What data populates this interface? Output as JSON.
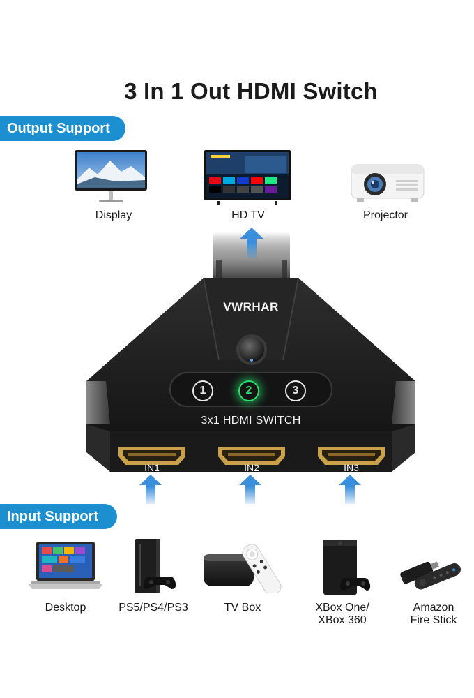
{
  "title": "3 In 1 Out HDMI Switch",
  "output_banner": "Output Support",
  "input_banner": "Input Support",
  "outputs": [
    {
      "label": "Display",
      "icon": "monitor-icon"
    },
    {
      "label": "HD TV",
      "icon": "tv-icon"
    },
    {
      "label": "Projector",
      "icon": "projector-icon"
    }
  ],
  "switch": {
    "brand": "VWRHAR",
    "model": "3x1 HDMI SWITCH",
    "port_numbers": [
      "1",
      "2",
      "3"
    ],
    "active_port": "2",
    "ports": [
      "IN1",
      "IN2",
      "IN3"
    ]
  },
  "inputs": [
    {
      "label": "Desktop",
      "icon": "laptop-icon"
    },
    {
      "label": "PS5/PS4/PS3",
      "icon": "console-icon"
    },
    {
      "label": "TV Box",
      "icon": "tv-box-icon"
    },
    {
      "label_line1": "XBox One/",
      "label_line2": "XBox 360",
      "icon": "xbox-icon"
    },
    {
      "label_line1": "Amazon",
      "label_line2": "Fire Stick",
      "icon": "fire-stick-icon"
    }
  ],
  "colors": {
    "accent": "#1c8fd0",
    "arrow": "#3a8fdc",
    "led_active": "#27e06a"
  }
}
